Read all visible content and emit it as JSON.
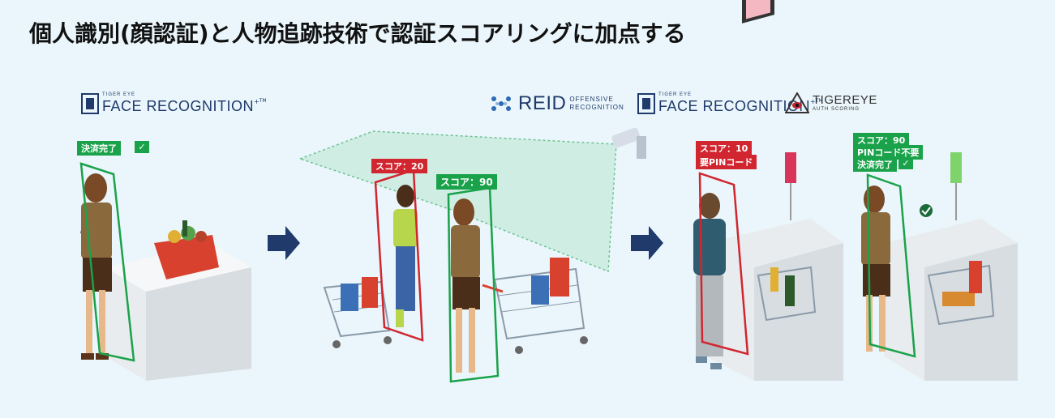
{
  "title": "個人識別(顔認証)と人物追跡技術で認証スコアリングに加点する",
  "logos": {
    "face_recognition_small": "TIGER EYE",
    "face_recognition_main": "FACE RECOGNITION",
    "face_recognition_mark": "+",
    "face_recognition_tm": "TM",
    "reid_main": "REID",
    "reid_sub1": "OFFENSIVE",
    "reid_sub2": "RECOGNITION",
    "tigereye_main": "TIGEREYE",
    "tigereye_sub": "AUTH SCORING"
  },
  "badges": {
    "left_payment_done": "決済完了",
    "mid_score_20": "スコア：20",
    "mid_score_90": "スコア：90",
    "right1_score_10": "スコア：10",
    "right1_pin_required": "要PINコード",
    "right2_score_90": "スコア：90",
    "right2_pin_not_required": "PINコード不要",
    "right2_payment_done": "決済完了"
  },
  "icons": {
    "check": "✓",
    "arrow": "arrow-right-icon"
  },
  "colors": {
    "green": "#1aa24a",
    "red": "#d1262f",
    "navy": "#1f3a6b",
    "background": "#eaf6fb"
  }
}
